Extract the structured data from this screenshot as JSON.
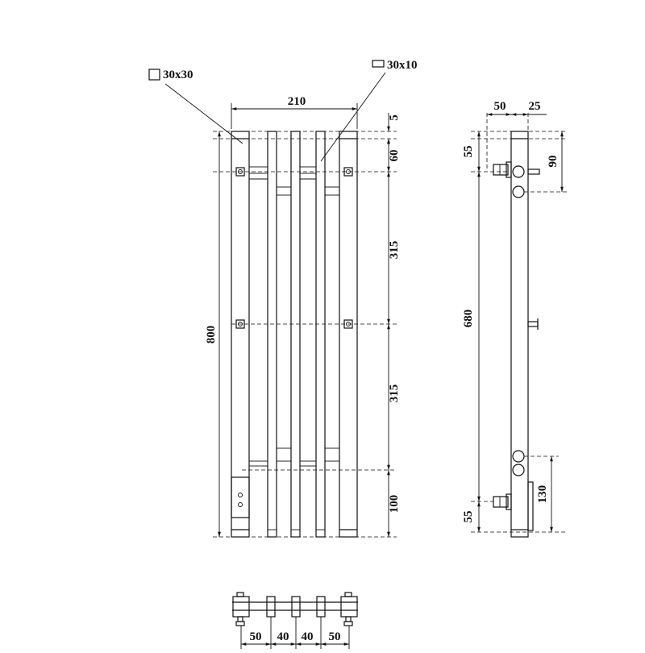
{
  "labels": {
    "profile_big": "30x30",
    "profile_small": "30x10"
  },
  "front_view": {
    "width": "210",
    "height": "800",
    "top_gap": "5",
    "top_offset": "60",
    "span_upper": "315",
    "span_lower": "315",
    "bottom_offset": "100"
  },
  "side_view": {
    "depth_left": "50",
    "depth_right": "25",
    "top_mount": "55",
    "top_height": "90",
    "center_distance": "680",
    "bottom_height": "130",
    "bottom_mount": "55"
  },
  "bottom_view": {
    "spacings": [
      "50",
      "40",
      "40",
      "50"
    ]
  }
}
